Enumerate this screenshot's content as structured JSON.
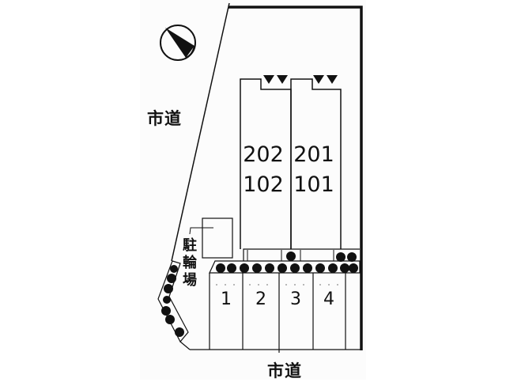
{
  "plan": {
    "type": "site-plan",
    "compass": {
      "icon": "north-arrow-icon",
      "direction": "northwest"
    },
    "roads": {
      "west": "市道",
      "south": "市道"
    },
    "buildings": [
      {
        "upper_unit": "202",
        "lower_unit": "102",
        "entrances": 2
      },
      {
        "upper_unit": "201",
        "lower_unit": "101",
        "entrances": 2
      }
    ],
    "bicycle_parking": {
      "label": "駐輪場"
    },
    "parking_spaces": [
      "1",
      "2",
      "3",
      "4"
    ],
    "hedge": {
      "icon": "tree-hedge-icon"
    },
    "colors": {
      "line": "#111111",
      "background": "#ffffff",
      "panel": "#fcfcfc"
    }
  }
}
